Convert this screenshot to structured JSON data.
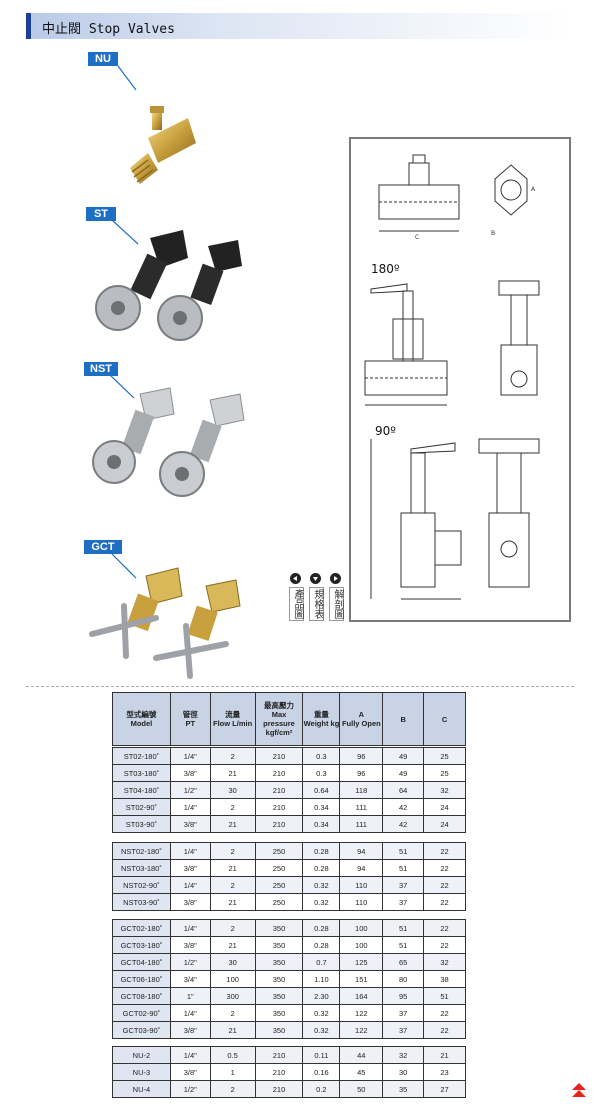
{
  "header": {
    "title": "中止閥 Stop Valves"
  },
  "products": [
    {
      "code": "NU"
    },
    {
      "code": "ST"
    },
    {
      "code": "NST"
    },
    {
      "code": "GCT"
    }
  ],
  "drawings": {
    "label_180": "180º",
    "label_90": "90º",
    "dim_a": "A",
    "dim_b": "B",
    "dim_c": "C"
  },
  "nav": [
    {
      "icon": "arrow-left-icon",
      "label": "產品圖"
    },
    {
      "icon": "arrow-down-icon",
      "label": "規格表"
    },
    {
      "icon": "arrow-right-icon",
      "label": "解剖圖"
    }
  ],
  "table": {
    "headers": [
      {
        "zh": "型式編號",
        "en": "Model"
      },
      {
        "zh": "管徑",
        "en": "PT"
      },
      {
        "zh": "流量",
        "en": "Flow L/min"
      },
      {
        "zh": "最高壓力",
        "en": "Max pressure kgf/cm²"
      },
      {
        "zh": "重量",
        "en": "Weight kg"
      },
      {
        "zh": "A",
        "en": "Fully Open"
      },
      {
        "zh": "",
        "en": "B"
      },
      {
        "zh": "",
        "en": "C"
      }
    ],
    "groups": [
      [
        [
          "ST02-180˚",
          "1/4\"",
          "2",
          "210",
          "0.3",
          "96",
          "49",
          "25"
        ],
        [
          "ST03-180˚",
          "3/8\"",
          "21",
          "210",
          "0.3",
          "96",
          "49",
          "25"
        ],
        [
          "ST04-180˚",
          "1/2\"",
          "30",
          "210",
          "0.64",
          "118",
          "64",
          "32"
        ],
        [
          "ST02-90˚",
          "1/4\"",
          "2",
          "210",
          "0.34",
          "111",
          "42",
          "24"
        ],
        [
          "ST03-90˚",
          "3/8\"",
          "21",
          "210",
          "0.34",
          "111",
          "42",
          "24"
        ]
      ],
      [
        [
          "NST02-180˚",
          "1/4\"",
          "2",
          "250",
          "0.28",
          "94",
          "51",
          "22"
        ],
        [
          "NST03-180˚",
          "3/8\"",
          "21",
          "250",
          "0.28",
          "94",
          "51",
          "22"
        ],
        [
          "NST02-90˚",
          "1/4\"",
          "2",
          "250",
          "0.32",
          "110",
          "37",
          "22"
        ],
        [
          "NST03-90˚",
          "3/8\"",
          "21",
          "250",
          "0.32",
          "110",
          "37",
          "22"
        ]
      ],
      [
        [
          "GCT02-180˚",
          "1/4\"",
          "2",
          "350",
          "0.28",
          "100",
          "51",
          "22"
        ],
        [
          "GCT03-180˚",
          "3/8\"",
          "21",
          "350",
          "0.28",
          "100",
          "51",
          "22"
        ],
        [
          "GCT04-180˚",
          "1/2\"",
          "30",
          "350",
          "0.7",
          "125",
          "65",
          "32"
        ],
        [
          "GCT06-180˚",
          "3/4\"",
          "100",
          "350",
          "1.10",
          "151",
          "80",
          "38"
        ],
        [
          "GCT08-180˚",
          "1\"",
          "300",
          "350",
          "2.30",
          "164",
          "95",
          "51"
        ],
        [
          "GCT02-90˚",
          "1/4\"",
          "2",
          "350",
          "0.32",
          "122",
          "37",
          "22"
        ],
        [
          "GCT03-90˚",
          "3/8\"",
          "21",
          "350",
          "0.32",
          "122",
          "37",
          "22"
        ]
      ],
      [
        [
          "NU-2",
          "1/4\"",
          "0.5",
          "210",
          "0.11",
          "44",
          "32",
          "21"
        ],
        [
          "NU-3",
          "3/8\"",
          "1",
          "210",
          "0.16",
          "45",
          "30",
          "23"
        ],
        [
          "NU-4",
          "1/2\"",
          "2",
          "210",
          "0.2",
          "50",
          "35",
          "27"
        ]
      ]
    ]
  },
  "colors": {
    "accent": "#1d6fc4",
    "header_bar": "#1a3f94",
    "table_head": "#c8d3e6",
    "scroll_top": "#e8231e"
  }
}
